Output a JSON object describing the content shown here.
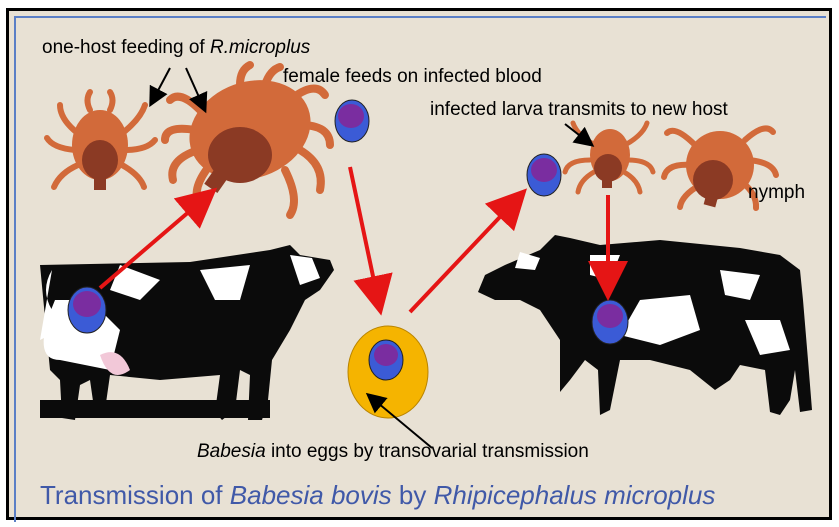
{
  "labels": {
    "one_host_prefix": "one-host feeding of ",
    "one_host_species": "R.microplus",
    "female_feeds": "female feeds on infected blood",
    "larva_transmits": "infected larva transmits to new host",
    "nymph": "nymph",
    "babesia_word": "Babesia",
    "eggs_suffix": " into eggs by transovarial transmission"
  },
  "title": {
    "prefix": "Transmission of ",
    "species1": "Babesia bovis",
    "middle": " by ",
    "species2": "Rhipicephalus microplus"
  },
  "colors": {
    "background": "#e8e1d4",
    "tick_body": "#d26a3a",
    "tick_head": "#8b3a24",
    "parasite_outer": "#3b5bd6",
    "parasite_inner": "#7a2da0",
    "egg": "#f5b400",
    "arrow_red": "#e51515",
    "title": "#4059a8"
  }
}
